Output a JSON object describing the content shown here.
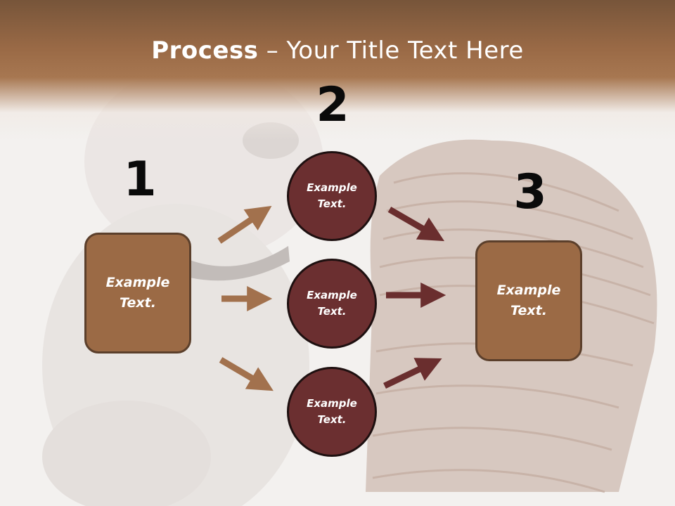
{
  "slide": {
    "title_bold": "Process",
    "title_rest": " – Your Title Text Here",
    "step_numbers": [
      "1",
      "2",
      "3"
    ],
    "box_left_text": "Example Text.",
    "box_right_text": "Example Text.",
    "circle_top_text": "Example Text.",
    "circle_middle_text": "Example Text.",
    "circle_bottom_text": "Example Text."
  },
  "colors": {
    "header_brown": "#9a6a46",
    "box_fill": "#9b6a45",
    "circle_fill": "#6b2f30",
    "arrow_light": "#a2714d",
    "arrow_dark": "#6a2e2e"
  }
}
